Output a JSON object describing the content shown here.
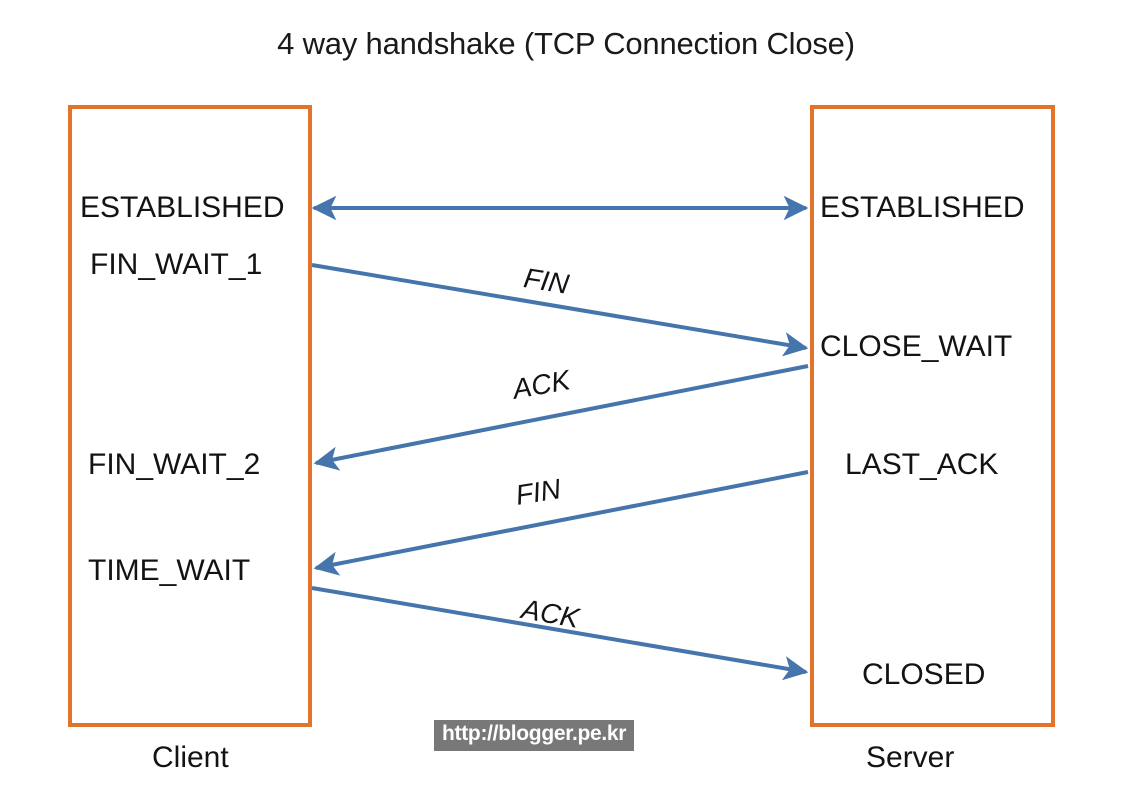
{
  "title": "4 way handshake (TCP Connection Close)",
  "colors": {
    "lifeline_border": "#e3732a",
    "arrow": "#4575ac",
    "text": "#131313",
    "watermark_background": "#787878",
    "watermark_text": "#ffffff",
    "page_background": "#ffffff"
  },
  "participants": {
    "client": {
      "role_label": "Client",
      "states": [
        {
          "id": "established",
          "label": "ESTABLISHED"
        },
        {
          "id": "fin_wait_1",
          "label": "FIN_WAIT_1"
        },
        {
          "id": "fin_wait_2",
          "label": "FIN_WAIT_2"
        },
        {
          "id": "time_wait",
          "label": "TIME_WAIT"
        }
      ]
    },
    "server": {
      "role_label": "Server",
      "states": [
        {
          "id": "established",
          "label": "ESTABLISHED"
        },
        {
          "id": "close_wait",
          "label": "CLOSE_WAIT"
        },
        {
          "id": "last_ack",
          "label": "LAST_ACK"
        },
        {
          "id": "closed",
          "label": "CLOSED"
        }
      ]
    }
  },
  "messages": [
    {
      "id": "connection",
      "label": "",
      "direction": "bidirectional",
      "from": "client",
      "to": "server"
    },
    {
      "id": "fin_1",
      "label": "FIN",
      "direction": "client-to-server",
      "from": "FIN_WAIT_1",
      "to": "CLOSE_WAIT"
    },
    {
      "id": "ack_1",
      "label": "ACK",
      "direction": "server-to-client",
      "from": "CLOSE_WAIT",
      "to": "FIN_WAIT_2"
    },
    {
      "id": "fin_2",
      "label": "FIN",
      "direction": "server-to-client",
      "from": "LAST_ACK",
      "to": "TIME_WAIT"
    },
    {
      "id": "ack_2",
      "label": "ACK",
      "direction": "client-to-server",
      "from": "TIME_WAIT",
      "to": "CLOSED"
    }
  ],
  "watermark": {
    "text": "http://blogger.pe.kr"
  }
}
